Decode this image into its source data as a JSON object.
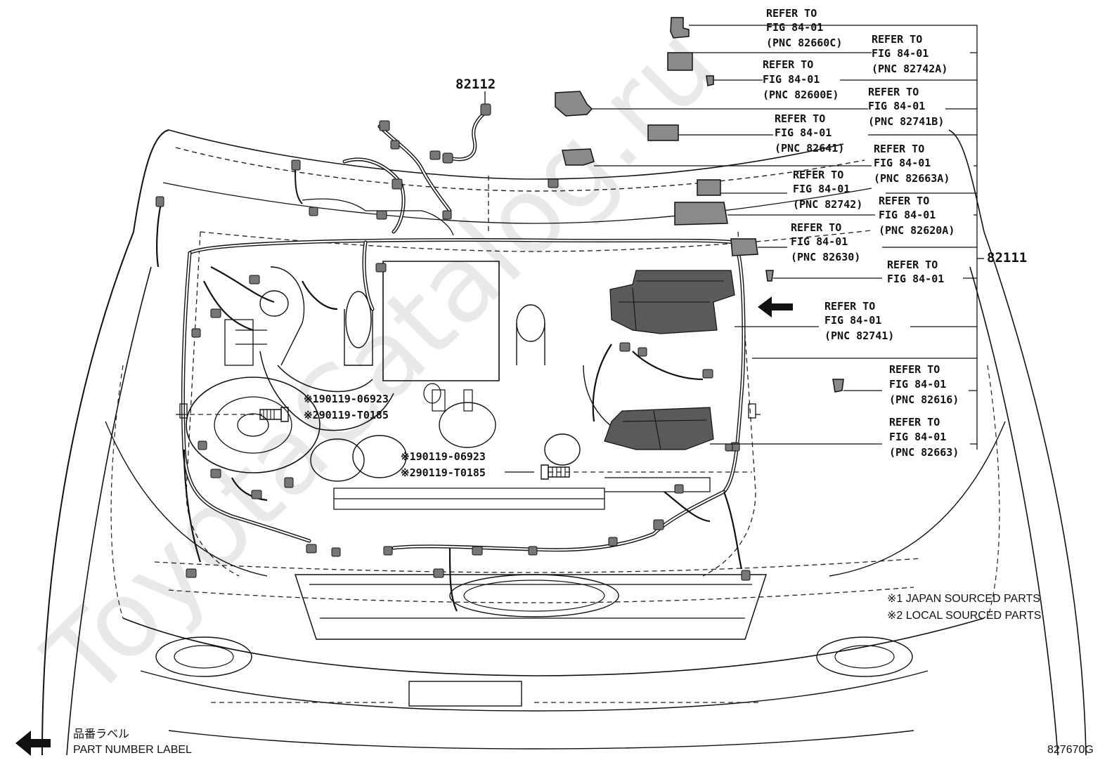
{
  "diagram": {
    "watermark": "ToyotaCatalog.ru",
    "main_callouts": [
      "82112",
      "82111"
    ],
    "reference_callouts": [
      {
        "line1": "REFER TO",
        "line2": "FIG 84-01",
        "pnc": "(PNC 82660C)"
      },
      {
        "line1": "REFER TO",
        "line2": "FIG 84-01",
        "pnc": "(PNC 82742A)"
      },
      {
        "line1": "REFER TO",
        "line2": "FIG 84-01",
        "pnc": "(PNC 82600E)"
      },
      {
        "line1": "REFER TO",
        "line2": "FIG 84-01",
        "pnc": "(PNC 82741B)"
      },
      {
        "line1": "REFER TO",
        "line2": "FIG 84-01",
        "pnc": "(PNC 82641)"
      },
      {
        "line1": "REFER TO",
        "line2": "FIG 84-01",
        "pnc": "(PNC 82663A)"
      },
      {
        "line1": "REFER TO",
        "line2": "FIG 84-01",
        "pnc": "(PNC 82742)"
      },
      {
        "line1": "REFER TO",
        "line2": "FIG 84-01",
        "pnc": "(PNC 82620A)"
      },
      {
        "line1": "REFER TO",
        "line2": "FIG 84-01",
        "pnc": "(PNC 82630)"
      },
      {
        "line1": "REFER TO",
        "line2": "FIG 84-01",
        "pnc": ""
      },
      {
        "line1": "REFER TO",
        "line2": "FIG 84-01",
        "pnc": "(PNC 82741)"
      },
      {
        "line1": "REFER TO",
        "line2": "FIG 84-01",
        "pnc": "(PNC 82616)"
      },
      {
        "line1": "REFER TO",
        "line2": "FIG 84-01",
        "pnc": "(PNC 82663)"
      }
    ],
    "bolt_callouts": [
      {
        "line1": "※190119-06923",
        "line2": "※290119-T0185"
      },
      {
        "line1": "※190119-06923",
        "line2": "※290119-T0185"
      }
    ],
    "legend": {
      "line1": "※1  JAPAN SOURCED PARTS",
      "line2": "※2  LOCAL SOURCED PARTS"
    },
    "part_label": {
      "japanese": "品番ラベル",
      "english": "PART NUMBER LABEL"
    },
    "figure_code": "827670G"
  }
}
